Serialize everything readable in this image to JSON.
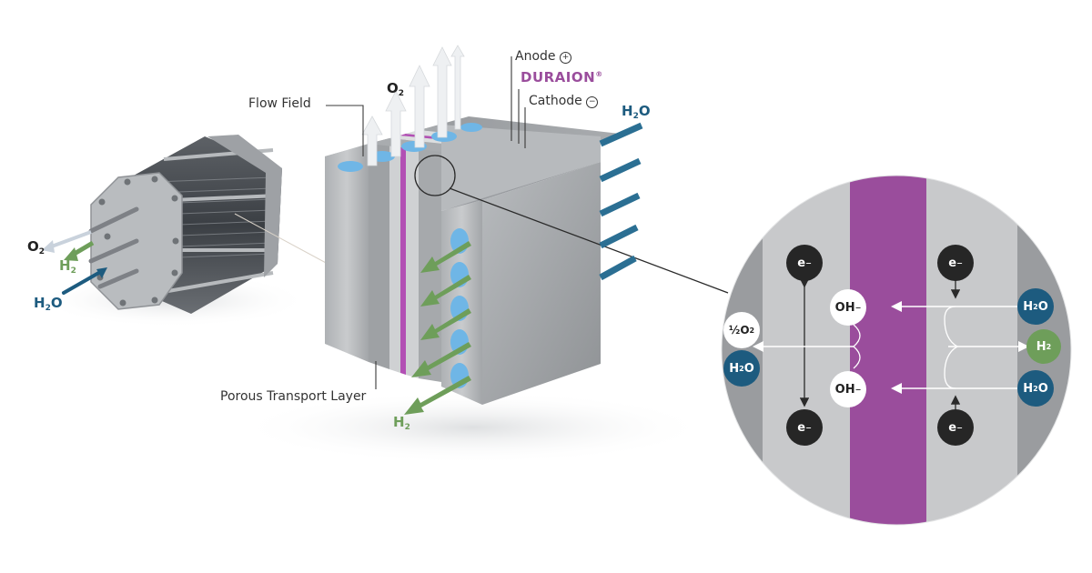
{
  "title": "DURAION anion exchange membrane electrolysis diagram",
  "colors": {
    "membrane": "#9a4d9c",
    "water": "#1d5b7f",
    "hydrogen": "#6e9e5a",
    "oxygen_text": "#222222",
    "electron": "#262626",
    "steel_light": "#c4c6c8",
    "steel_dark": "#8e9093",
    "channel_blue": "#6fb6e6"
  },
  "labels": {
    "anode": "Anode",
    "anode_sign": "+",
    "membrane_brand": "DURAION",
    "membrane_reg": "®",
    "cathode": "Cathode",
    "cathode_sign": "−",
    "flow_field": "Flow Field",
    "porous_transport_layer": "Porous Transport Layer"
  },
  "stack_outputs": {
    "o2": {
      "main": "O",
      "sub": "2"
    },
    "h2": {
      "main": "H",
      "sub": "2"
    },
    "h2o_in": {
      "main": "H",
      "sub": "2",
      "tail": "O"
    }
  },
  "cell_flows": {
    "o2_top": {
      "main": "O",
      "sub": "2"
    },
    "h2o_right": {
      "main": "H",
      "sub": "2",
      "tail": "O"
    },
    "h2_bottom": {
      "main": "H",
      "sub": "2"
    }
  },
  "detail_view": {
    "electrons": [
      {
        "text": "e",
        "charge": "−",
        "position": "anode-top"
      },
      {
        "text": "e",
        "charge": "−",
        "position": "anode-bottom"
      },
      {
        "text": "e",
        "charge": "−",
        "position": "cathode-top"
      },
      {
        "text": "e",
        "charge": "−",
        "position": "cathode-bottom"
      }
    ],
    "hydroxide": [
      {
        "text": "OH",
        "charge": "−",
        "position": "upper"
      },
      {
        "text": "OH",
        "charge": "−",
        "position": "lower"
      }
    ],
    "anode_products": {
      "half_o2": {
        "prefix": "½",
        "main": "O",
        "sub": "2"
      },
      "water": {
        "main": "H",
        "sub": "2",
        "tail": "O"
      }
    },
    "cathode_species": [
      {
        "main": "H",
        "sub": "2",
        "tail": "O",
        "kind": "water"
      },
      {
        "main": "H",
        "sub": "2",
        "tail": "",
        "kind": "hydrogen"
      },
      {
        "main": "H",
        "sub": "2",
        "tail": "O",
        "kind": "water"
      }
    ]
  }
}
